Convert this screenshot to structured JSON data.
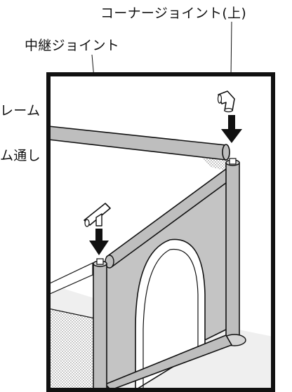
{
  "labels": {
    "corner_joint_upper": "コーナージョイント(上)",
    "middle_joint": "中継ジョイント",
    "frame_partial": "レーム",
    "through_partial": "ム通し"
  },
  "colors": {
    "panel": "#c4c4c4",
    "pipe": "#bebebe",
    "outline": "#111111",
    "mesh": "#d9d9d9",
    "floor": "#ececec"
  },
  "icons": {
    "corner_joint": "corner-joint-icon",
    "middle_joint": "middle-joint-icon",
    "down_arrow": "down-arrow-icon"
  }
}
